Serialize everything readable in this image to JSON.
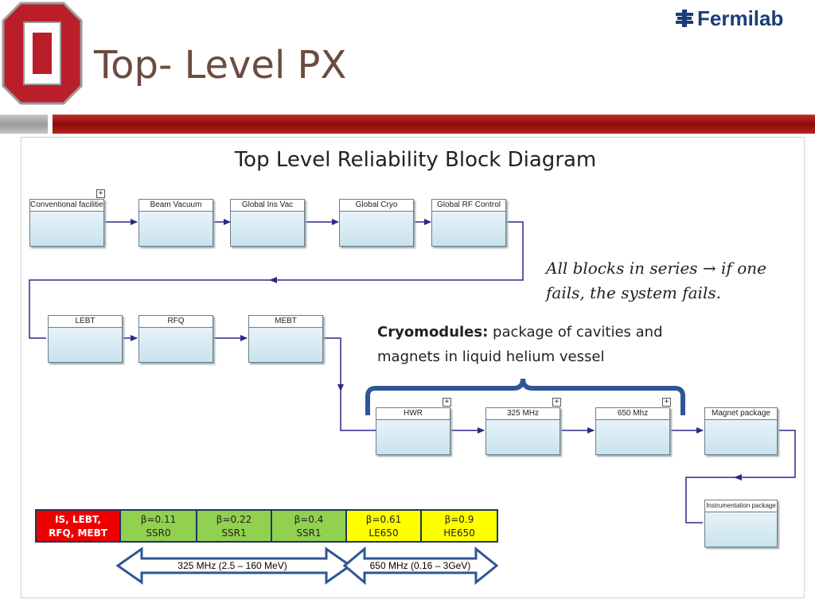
{
  "header": {
    "logo": "block-o-logo",
    "brand": "Fermilab",
    "brand_icon": "fermilab-icon",
    "title": "Top- Level PX",
    "colors": {
      "title": "#6b4c3e",
      "band": "#8a0b0a",
      "brand": "#1c3d78"
    }
  },
  "diagram": {
    "title": "Top Level Reliability Block Diagram",
    "row1": [
      "Conventional facilities",
      "Beam Vacuum",
      "Global Ins Vac",
      "Global Cryo",
      "Global RF Control"
    ],
    "row2": [
      "LEBT",
      "RFQ",
      "MEBT"
    ],
    "row3": [
      "HWR",
      "325 MHz",
      "650 Mhz",
      "Magnet package"
    ],
    "row4": [
      "Instrumentation package"
    ],
    "note_line1": "All blocks in series → if one",
    "note_line2": "fails, the system fails.",
    "cryo_bold": "Cryomodules:",
    "cryo_rest": " package of cavities and",
    "cryo_line2": "magnets in liquid helium vessel"
  },
  "beta_table": {
    "cells": [
      {
        "line1": "IS, LEBT,",
        "line2": "RFQ, MEBT",
        "color": "#ee0000"
      },
      {
        "line1": "β=0.11",
        "line2": "SSR0",
        "color": "#92d050"
      },
      {
        "line1": "β=0.22",
        "line2": "SSR1",
        "color": "#92d050"
      },
      {
        "line1": "β=0.4",
        "line2": "SSR1",
        "color": "#92d050"
      },
      {
        "line1": "β=0.61",
        "line2": "LE650",
        "color": "#ffff00"
      },
      {
        "line1": "β=0.9",
        "line2": "HE650",
        "color": "#ffff00"
      }
    ],
    "freq_low": "325 MHz (2.5 – 160 MeV)",
    "freq_high": "650 MHz (0.16 – 3GeV)"
  }
}
